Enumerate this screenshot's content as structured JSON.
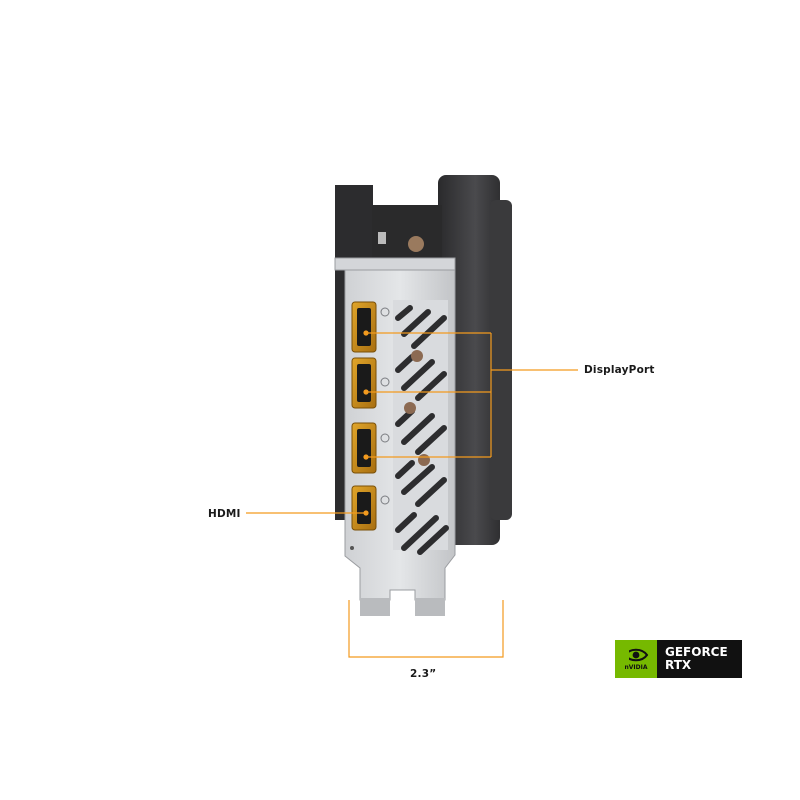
{
  "callouts": {
    "displayport": "DisplayPort",
    "hdmi": "HDMI",
    "width": "2.3”"
  },
  "badge": {
    "brand": "nVIDIA",
    "line1": "GEFORCE",
    "line2": "RTX",
    "green": "#76b900",
    "dark": "#111111"
  },
  "colors": {
    "accent": "#f39a1e"
  }
}
